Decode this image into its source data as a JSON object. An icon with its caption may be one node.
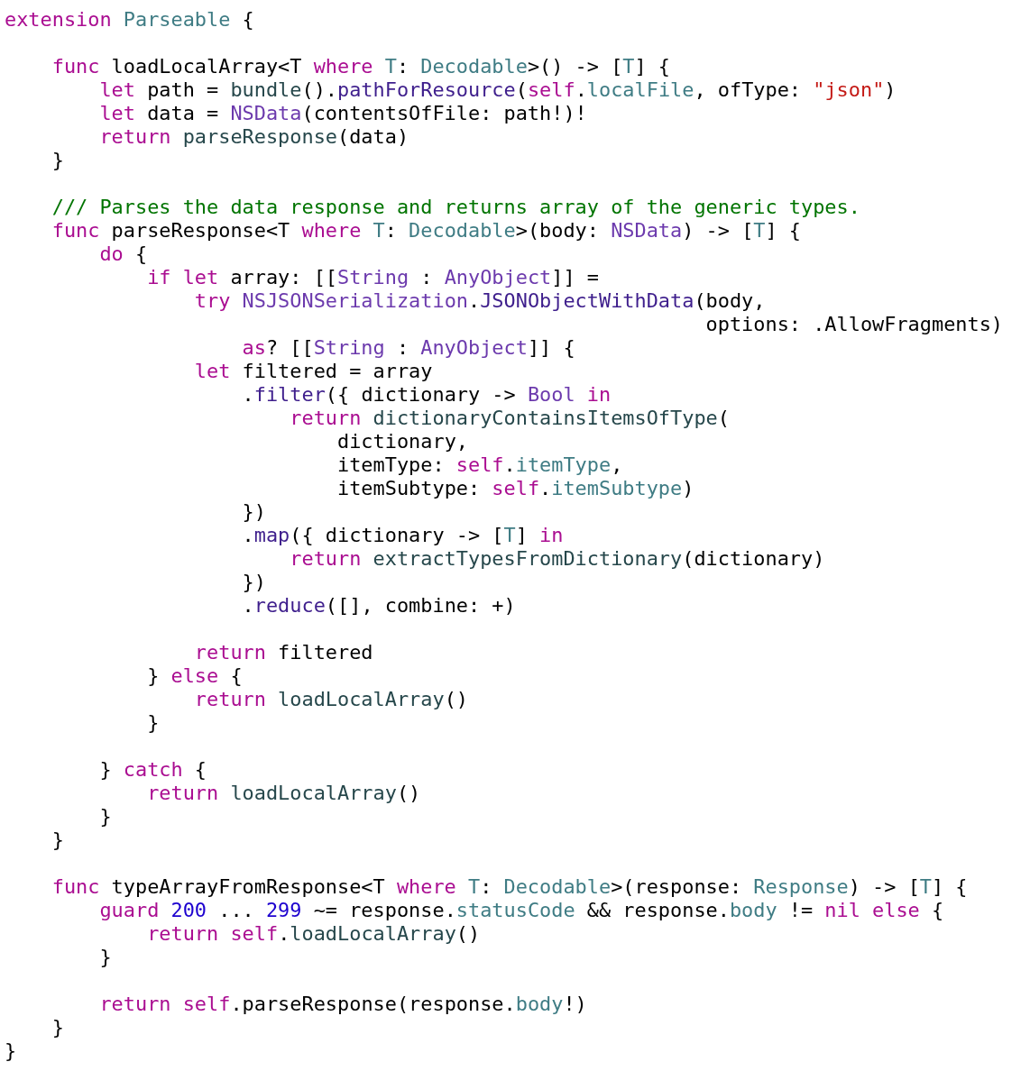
{
  "diagram": {
    "labels": [
      "extension",
      "Parseable",
      "{",
      "func",
      "loadLocalArray<T",
      "where",
      "T",
      ":",
      "Decodable",
      ">() -> [",
      "T",
      "] {",
      "let",
      "path =",
      "bundle",
      "().",
      "pathForResource",
      "(",
      "self",
      ".",
      "localFile",
      ", ofType:",
      "\"json\"",
      ")",
      "let",
      "data =",
      "NSData",
      "(contentsOfFile: path!)!",
      "return",
      "parseResponse",
      "(data)",
      "}",
      "/// Parses the data response and returns array of the generic types.",
      "func",
      "parseResponse<T",
      "where",
      "T",
      ":",
      "Decodable",
      ">(body:",
      "NSData",
      ") -> [",
      "T",
      "] {",
      "do",
      "{",
      "if let",
      "array: [[",
      "String",
      ":",
      "AnyObject",
      "]] =",
      "try",
      "NSJSONSerialization",
      ".",
      "JSONObjectWithData",
      "(body,",
      "options: .AllowFragments)",
      "as",
      "? [[",
      "String",
      ":",
      "AnyObject",
      "]] {",
      "let",
      "filtered = array",
      ".",
      "filter",
      "({ dictionary ->",
      "Bool",
      "in",
      "return",
      "dictionaryContainsItemsOfType",
      "(",
      "dictionary,",
      "itemType:",
      "self",
      ".",
      "itemType",
      ",",
      "itemSubtype:",
      "self",
      ".",
      "itemSubtype",
      ")",
      "})",
      ".",
      "map",
      "({ dictionary -> [",
      "T",
      "]",
      "in",
      "return",
      "extractTypesFromDictionary",
      "(dictionary)",
      "})",
      ".",
      "reduce",
      "([], combine: +)",
      "return",
      "filtered",
      "}",
      "else",
      "{",
      "return",
      "loadLocalArray",
      "()",
      "}",
      "}",
      "catch",
      "{",
      "return",
      "loadLocalArray",
      "()",
      "}",
      "}",
      "func",
      "typeArrayFromResponse<T",
      "where",
      "T",
      ":",
      "Decodable",
      ">(response:",
      "Response",
      ") -> [",
      "T",
      "] {",
      "guard",
      "200",
      "...",
      "299",
      "~= response.",
      "statusCode",
      "&& response.",
      "body",
      "!=",
      "nil else",
      "{",
      "return self",
      ".",
      "loadLocalArray",
      "()",
      "}",
      "return self",
      ".parseResponse(response.",
      "body",
      "!)",
      "}",
      "}"
    ]
  }
}
